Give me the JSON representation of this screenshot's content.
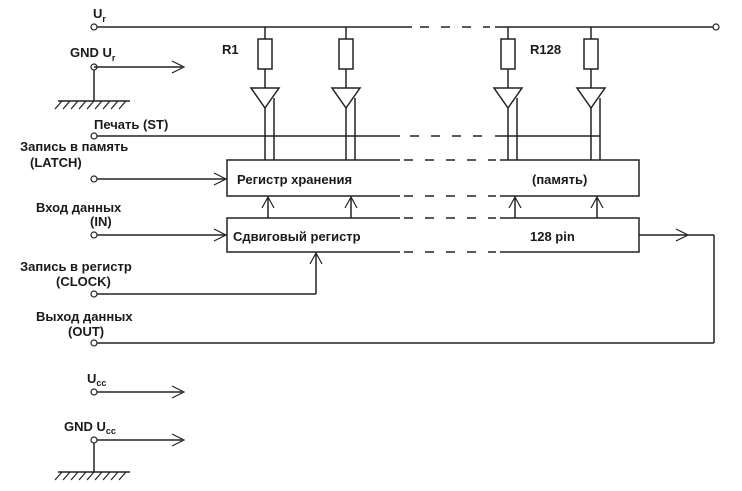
{
  "labels": {
    "ur_main": "U",
    "ur_main_sub": "r",
    "gnd_ur": "GND U",
    "gnd_ur_sub": "r",
    "r1": "R1",
    "r128": "R128",
    "print_st": "Печать (ST)",
    "latch_line1": "Запись в память",
    "latch_line2": "(LATCH)",
    "in_line1": "Вход данных",
    "in_line2": "(IN)",
    "clock_line1": "Запись в регистр",
    "clock_line2": "(CLOCK)",
    "out_line1": "Выход данных",
    "out_line2": "(OUT)",
    "ucc": "U",
    "ucc_sub": "cc",
    "gnd_ucc": "GND U",
    "gnd_ucc_sub": "cc"
  },
  "blocks": {
    "storage_register": "Регистр хранения",
    "memory": "(память)",
    "shift_register": "Сдвиговый регистр",
    "pin_count": "128 pin"
  }
}
